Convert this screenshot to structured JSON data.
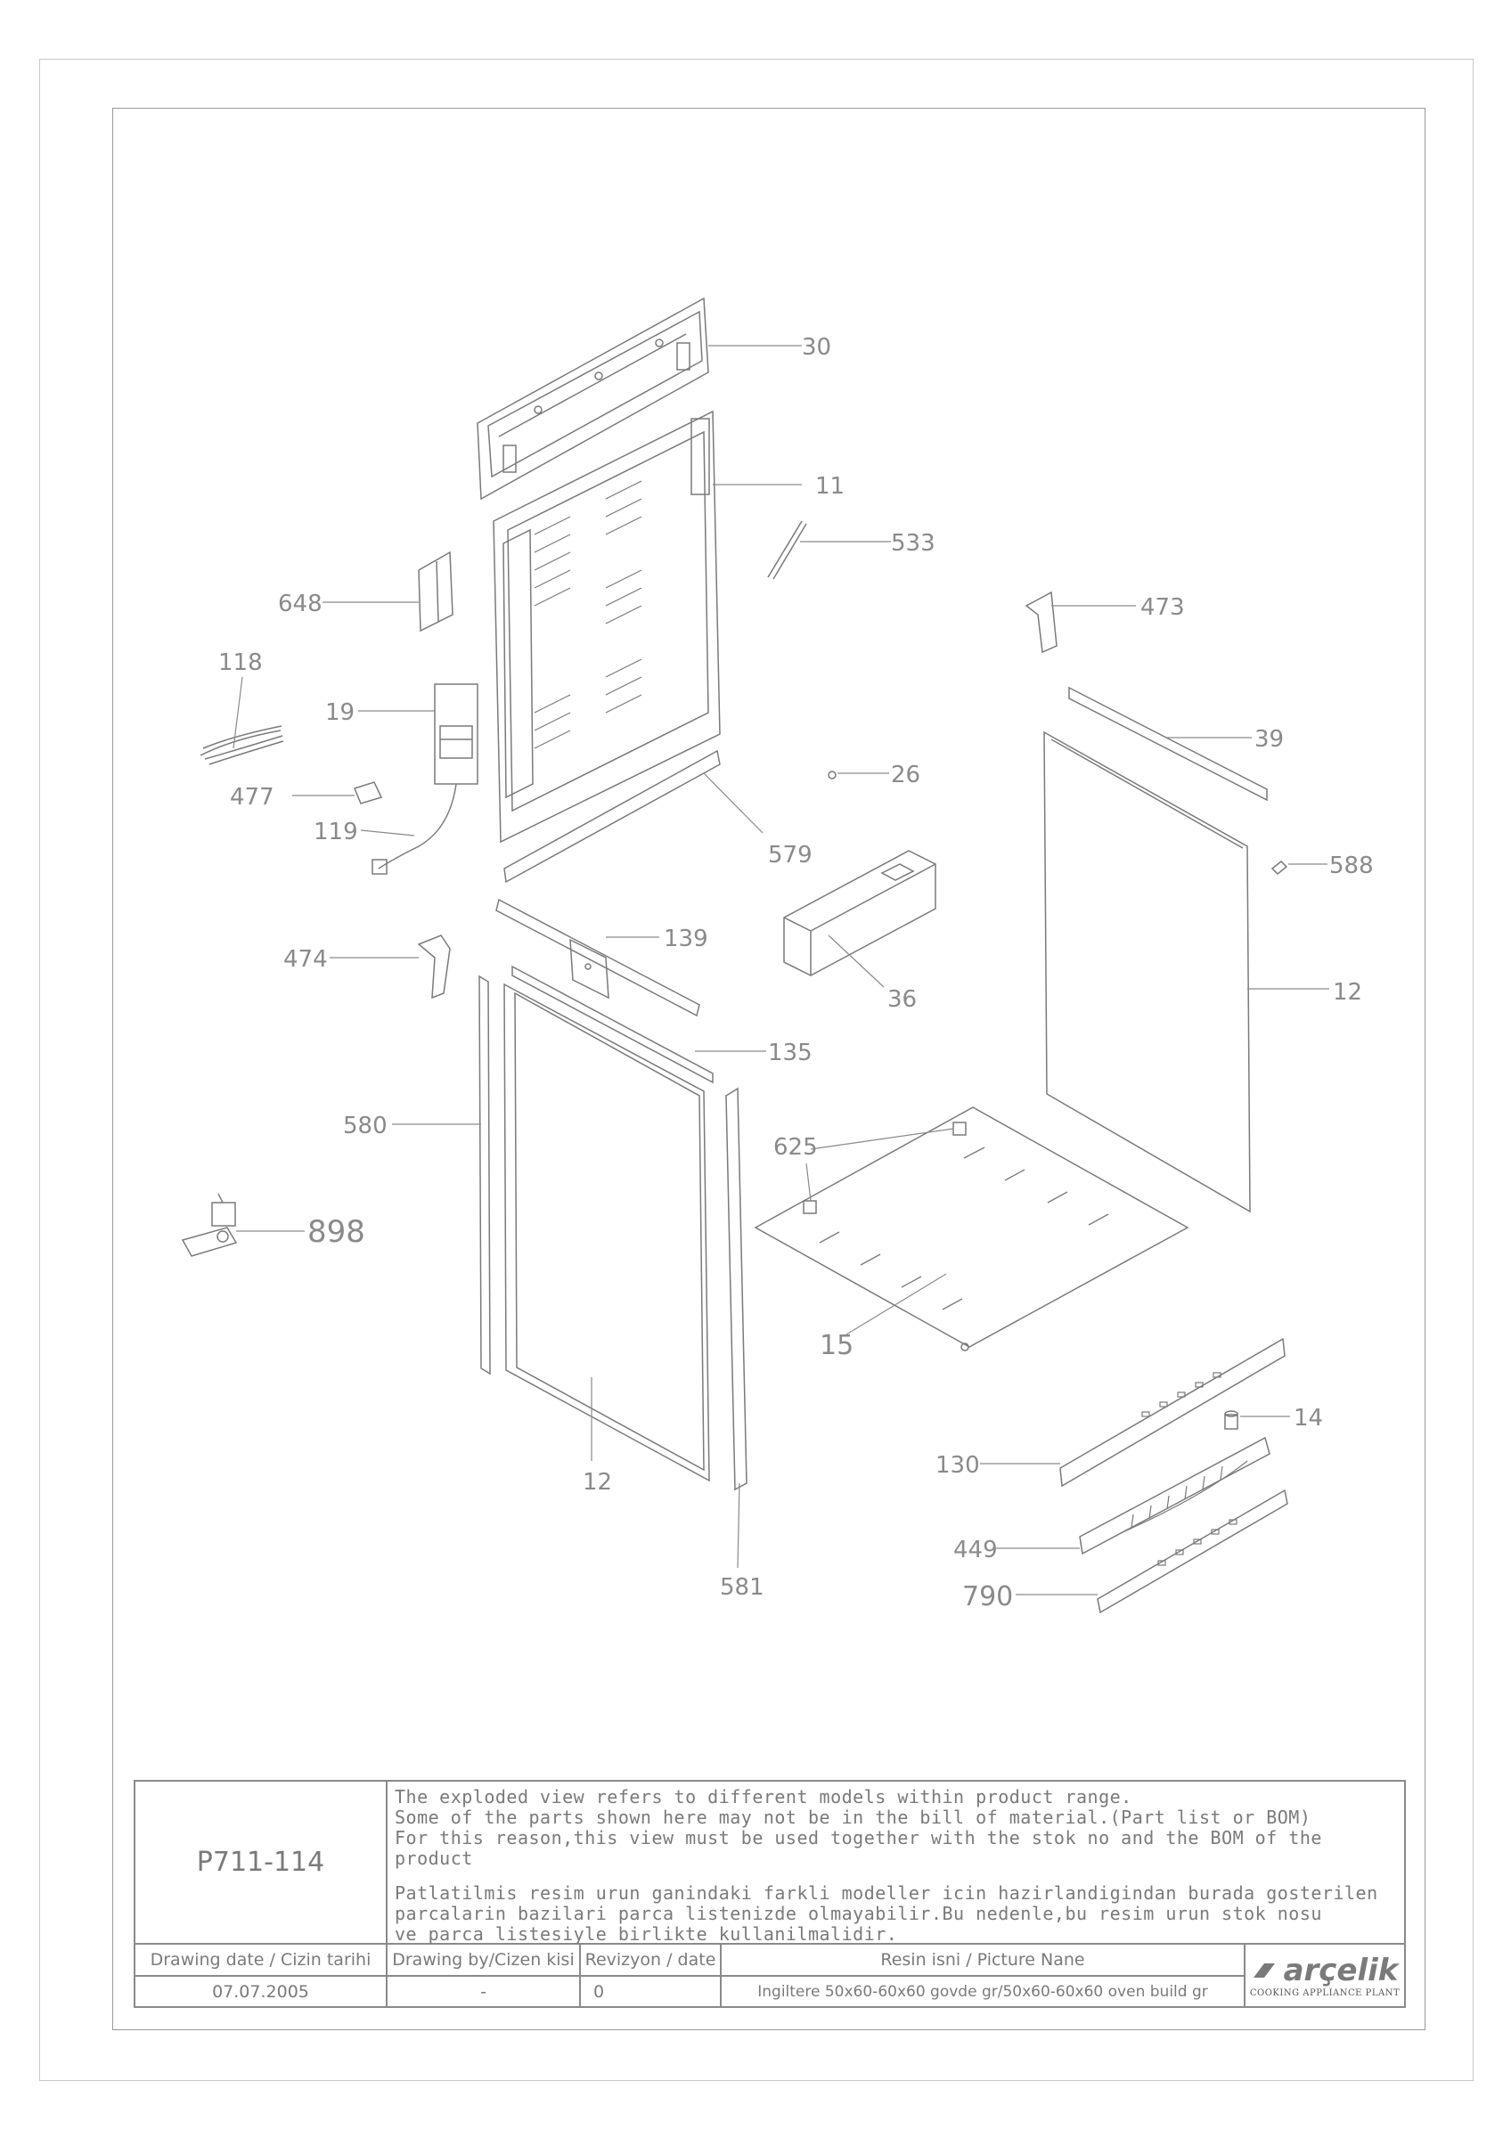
{
  "labels": {
    "l30": "30",
    "l11": "11",
    "l533": "533",
    "l648": "648",
    "l473": "473",
    "l118": "118",
    "l19": "19",
    "l39": "39",
    "l26": "26",
    "l477": "477",
    "l119": "119",
    "l579": "579",
    "l588": "588",
    "l139": "139",
    "l474": "474",
    "l36": "36",
    "l12a": "12",
    "l135": "135",
    "l580": "580",
    "l625": "625",
    "l898": "898",
    "l15": "15",
    "l14": "14",
    "l130": "130",
    "l12b": "12",
    "l449": "449",
    "l581": "581",
    "l790": "790"
  },
  "title_block": {
    "code": "P711-114",
    "note_en_1": "The exploded view refers to different models within product range.",
    "note_en_2": "Some of the parts shown here may not be in the bill of material.(Part list or BOM)",
    "note_en_3": "For this reason,this view must be used together with the stok no and the BOM of the product",
    "note_tr_1": "Patlatilmis resim urun ganindaki farkli modeller icin hazirlandigindan burada gosterilen",
    "note_tr_2": "parcalarin bazilari parca listenizde olmayabilir.Bu nedenle,bu resim urun stok nosu",
    "note_tr_3": "ve parca listesiyle birlikte kullanilmalidir.",
    "h_date": "Drawing date / Cizin tarihi",
    "h_by": "Drawing by/Cizen kisi",
    "h_rev": "Revizyon / date",
    "h_pic": "Resin isni / Picture Nane",
    "v_date": "07.07.2005",
    "v_by": "-",
    "v_rev": "0",
    "v_pic": "Ingiltere 50x60-60x60 govde gr/50x60-60x60 oven build gr",
    "logo": "arçelik",
    "logo_sub": "COOKING APPLIANCE PLANT"
  }
}
